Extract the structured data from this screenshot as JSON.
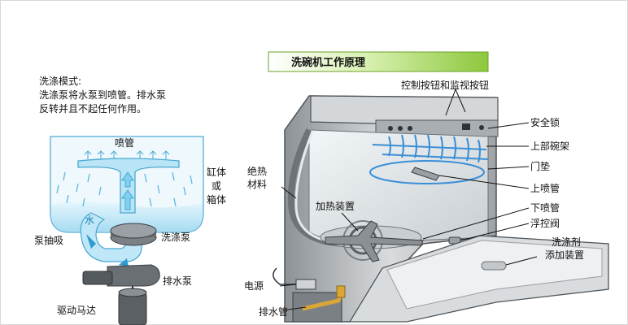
{
  "title": "洗碗机工作原理",
  "mode": {
    "line1": "洗涤模式:",
    "line2": "洗涤泵将水泵到喷管。排水泵",
    "line3": "反转并且不起任何作用。"
  },
  "left_labels": {
    "spray_pipe": "喷管",
    "tank_1": "缸体",
    "tank_2": "或",
    "tank_3": "箱体",
    "water": "水",
    "pump_suction": "泵抽吸",
    "wash_pump": "洗涤泵",
    "drain_pump": "排水泵",
    "drive_motor": "驱动马达"
  },
  "right_labels": {
    "controls": "控制按钮和监视按钮",
    "safety_lock": "安全锁",
    "upper_rack": "上部碗架",
    "door_gasket": "门垫",
    "upper_spray": "上喷管",
    "lower_spray": "下喷管",
    "float_valve": "浮控阀",
    "detergent_1": "洗涤剂",
    "detergent_2": "添加装置",
    "insulation_1": "绝热",
    "insulation_2": "材料",
    "heater": "加热装置",
    "power": "电源",
    "drain_pipe": "排水管"
  },
  "colors": {
    "title_bar": "#9bd24a",
    "water": "#bfe7f7",
    "water_dark": "#7fc9ea",
    "steel": "#bfc3c6",
    "steel_dark": "#6e7378",
    "rack": "#3a8fd6",
    "pump": "#555a5f"
  }
}
